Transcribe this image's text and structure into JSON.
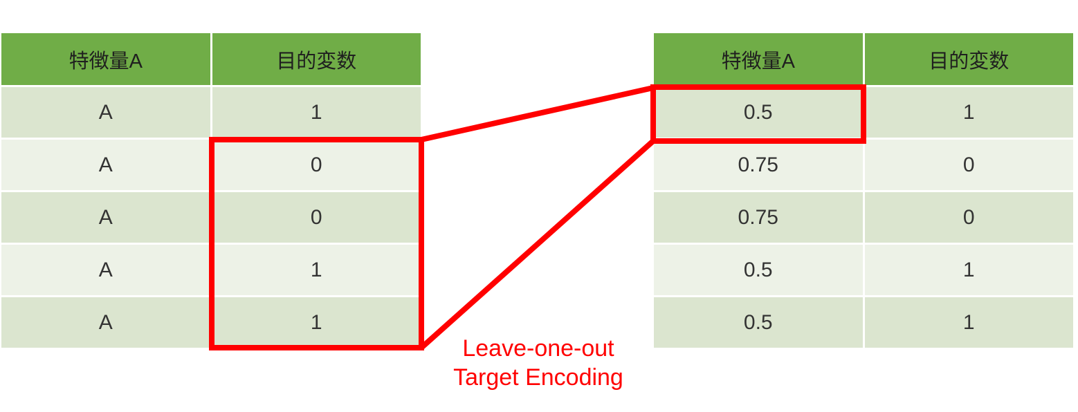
{
  "left_table": {
    "headers": [
      "特徴量A",
      "目的変数"
    ],
    "rows": [
      [
        "A",
        "1"
      ],
      [
        "A",
        "0"
      ],
      [
        "A",
        "0"
      ],
      [
        "A",
        "1"
      ],
      [
        "A",
        "1"
      ]
    ]
  },
  "right_table": {
    "headers": [
      "特徴量A",
      "目的変数"
    ],
    "rows": [
      [
        "0.5",
        "1"
      ],
      [
        "0.75",
        "0"
      ],
      [
        "0.75",
        "0"
      ],
      [
        "0.5",
        "1"
      ],
      [
        "0.5",
        "1"
      ]
    ]
  },
  "annotation": {
    "line1": "Leave-one-out",
    "line2": "Target Encoding"
  },
  "colors": {
    "header_bg": "#70AD47",
    "row_dark": "#DBE5CF",
    "row_light": "#EDF2E7",
    "header_text": "#1F1F1F",
    "body_text": "#333333",
    "highlight": "#FF0000",
    "background": "#FFFFFF"
  }
}
